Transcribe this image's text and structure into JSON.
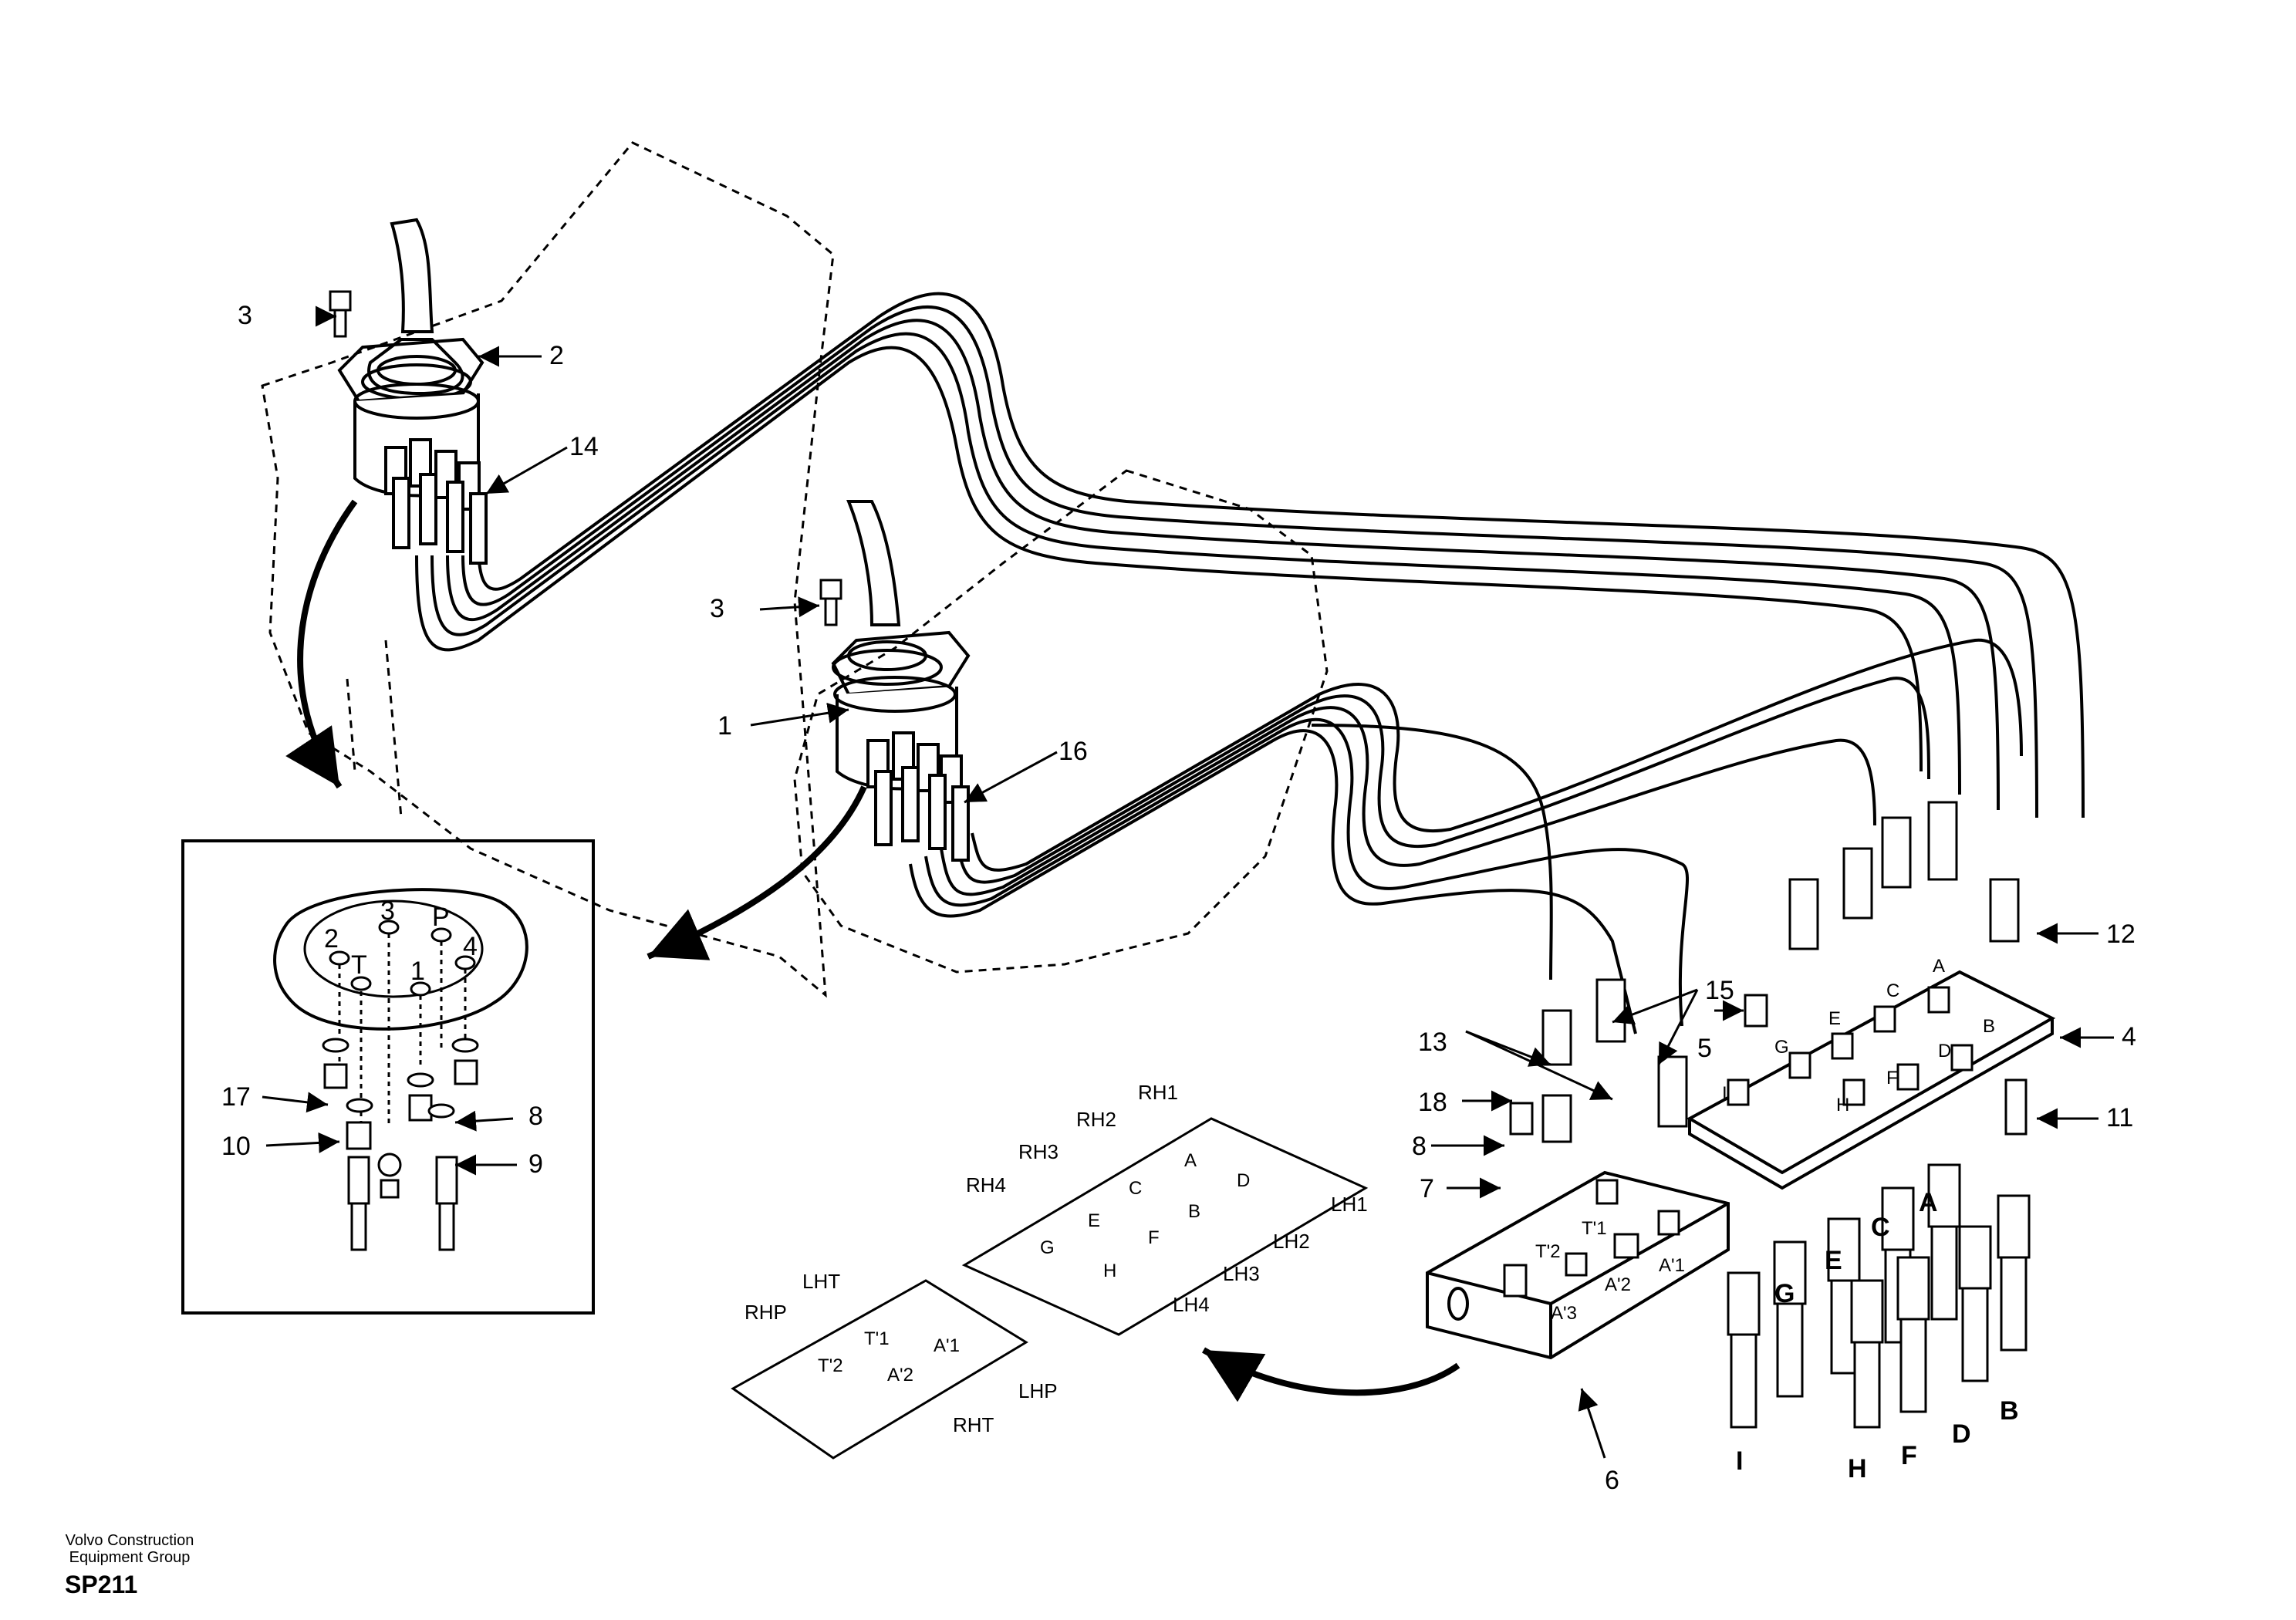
{
  "callouts": {
    "c1": "1",
    "c2": "2",
    "c3a": "3",
    "c3b": "3",
    "c4": "4",
    "c5": "5",
    "c6": "6",
    "c7": "7",
    "c8a": "8",
    "c8b": "8",
    "c9": "9",
    "c10": "10",
    "c11": "11",
    "c12": "12",
    "c13": "13",
    "c14": "14",
    "c15": "15",
    "c16": "16",
    "c17": "17",
    "c18": "18"
  },
  "detail_ports": {
    "p1": "1",
    "p2": "2",
    "p3": "3",
    "p4": "4",
    "pP": "P",
    "pT": "T"
  },
  "block_ports": {
    "A": "A",
    "B": "B",
    "C": "C",
    "D": "D",
    "E": "E",
    "F": "F",
    "G": "G",
    "H": "H",
    "I": "I",
    "T1": "T'1",
    "T2": "T'2",
    "A1": "A'1",
    "A2": "A'2",
    "A3": "A'3"
  },
  "plate_upper": {
    "RH1": "RH1",
    "RH2": "RH2",
    "RH3": "RH3",
    "RH4": "RH4",
    "LH1": "LH1",
    "LH2": "LH2",
    "LH3": "LH3",
    "LH4": "LH4",
    "A": "A",
    "B": "B",
    "C": "C",
    "D": "D",
    "E": "E",
    "F": "F",
    "G": "G",
    "H": "H"
  },
  "plate_lower": {
    "LHT": "LHT",
    "RHP": "RHP",
    "T1": "T'1",
    "T2": "T'2",
    "A1": "A'1",
    "A2": "A'2",
    "LHP": "LHP",
    "RHT": "RHT"
  },
  "hose_ends": {
    "A": "A",
    "C": "C",
    "E": "E",
    "G": "G",
    "I": "I",
    "H": "H",
    "F": "F",
    "D": "D",
    "B": "B"
  },
  "footer": {
    "line1": "Volvo Construction",
    "line2": "Equipment Group",
    "code": "SP211"
  }
}
